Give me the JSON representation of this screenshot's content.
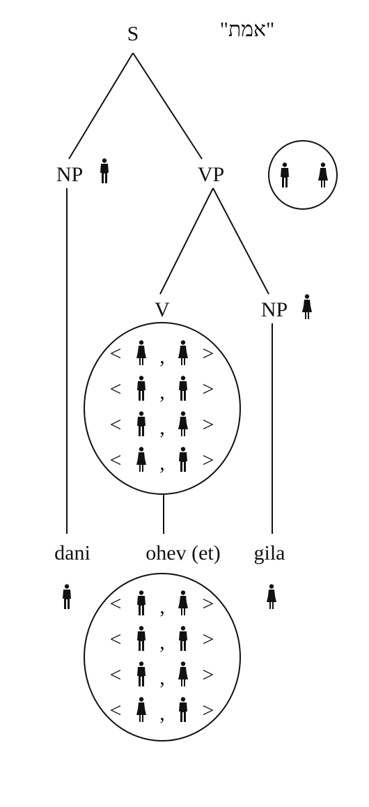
{
  "header": {
    "quote": "\"אמת\""
  },
  "tree": {
    "root": "S",
    "subject_np": "NP",
    "vp": "VP",
    "verb": "V",
    "object_np": "NP"
  },
  "words": {
    "subject": "dani",
    "verb": "ohev (et)",
    "object": "gila"
  },
  "domain_set": [
    "man-icon",
    "woman-icon"
  ],
  "verb_relation": [
    [
      "woman-icon",
      "woman-icon"
    ],
    [
      "man-icon",
      "man-icon"
    ],
    [
      "man-icon",
      "woman-icon"
    ],
    [
      "woman-icon",
      "man-icon"
    ]
  ],
  "word_relation": [
    [
      "man-icon",
      "woman-icon"
    ],
    [
      "man-icon",
      "man-icon"
    ],
    [
      "man-icon",
      "woman-icon"
    ],
    [
      "woman-icon",
      "man-icon"
    ]
  ],
  "pair_symbols": {
    "open": "<",
    "comma": ",",
    "close": ">"
  },
  "icons": {
    "subject": "man-icon",
    "object": "woman-icon"
  }
}
